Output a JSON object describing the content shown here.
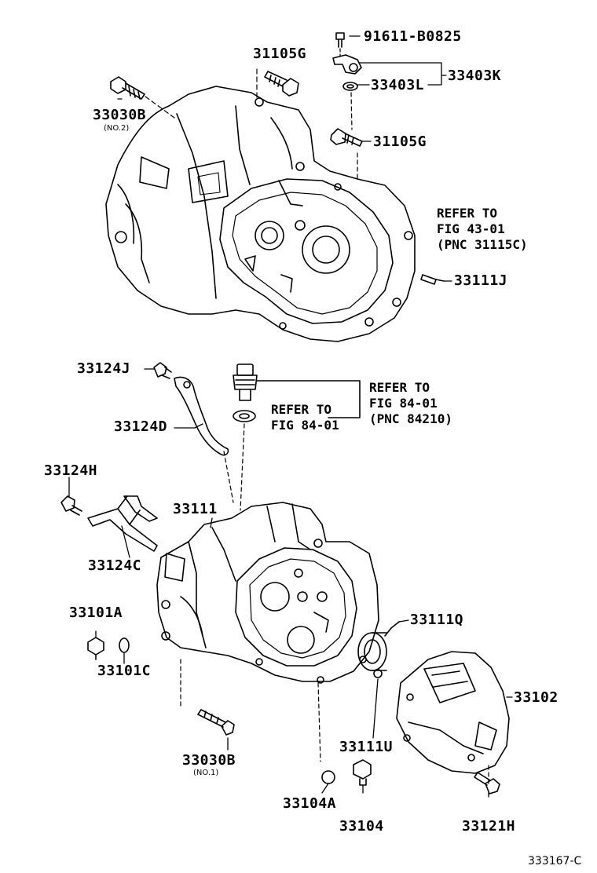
{
  "parts": {
    "p91611_b0825": "91611-B0825",
    "p33403k": "33403K",
    "p33403l": "33403L",
    "p31105g_top": "31105G",
    "p31105g_mid": "31105G",
    "p33030b_top": "33030B",
    "p33030b_top_note": "(NO.2)",
    "p33111j": "33111J",
    "p33124j": "33124J",
    "p33124d": "33124D",
    "p33124h": "33124H",
    "p33124c": "33124C",
    "p33111": "33111",
    "p33101a": "33101A",
    "p33101c": "33101C",
    "p33111q": "33111Q",
    "p33102": "33102",
    "p33111u": "33111U",
    "p33030b_bot": "33030B",
    "p33030b_bot_note": "(NO.1)",
    "p33104a": "33104A",
    "p33104": "33104",
    "p33121h": "33121H"
  },
  "refs": {
    "ref_43": [
      "REFER TO",
      "FIG 43-01",
      "(PNC 31115C)"
    ],
    "ref_84_a": [
      "REFER TO",
      "FIG 84-01",
      "(PNC 84210)"
    ],
    "ref_84_b": [
      "REFER TO",
      "FIG 84-01"
    ]
  },
  "figure_code": "333167-C",
  "colors": {
    "ink": "#000000",
    "paper": "#ffffff"
  }
}
